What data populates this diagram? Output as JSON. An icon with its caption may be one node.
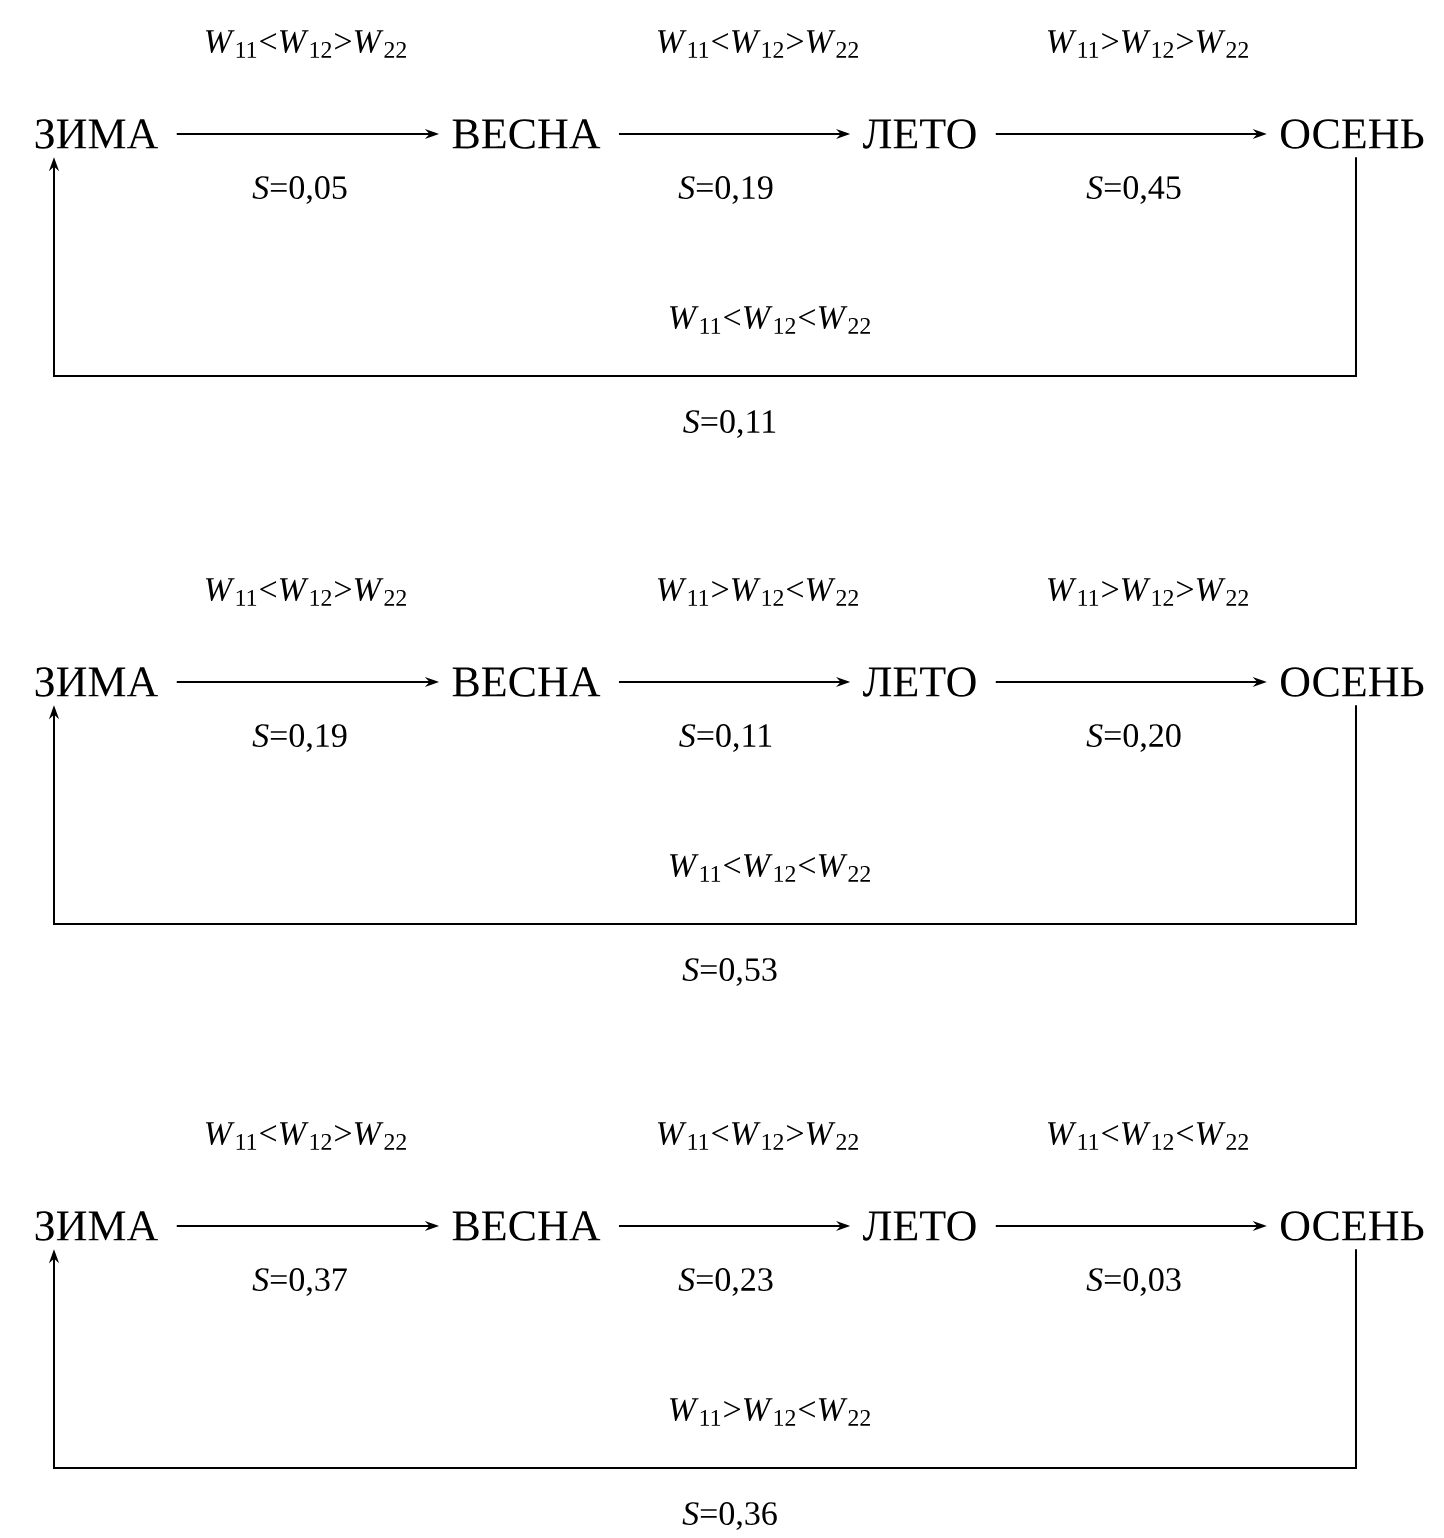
{
  "diagram": {
    "nodes": [
      {
        "text": [
          "ЗИМА"
        ]
      },
      {
        "text": [
          "ВЕСНА"
        ]
      },
      {
        "text": [
          "ЛЕТО"
        ]
      },
      {
        "text": [
          "ОСЕНЬ"
        ]
      },
      {
        "text": [
          "ЗИМА"
        ]
      },
      {
        "text": [
          "ВЕСНА"
        ]
      },
      {
        "text": [
          "ЛЕТО"
        ]
      },
      {
        "text": [
          "ОСЕНЬ"
        ]
      },
      {
        "text": [
          "ЗИМА"
        ]
      },
      {
        "text": [
          "ВЕСНА"
        ]
      },
      {
        "text": [
          "ЛЕТО"
        ]
      },
      {
        "text": [
          "ОСЕНЬ"
        ]
      }
    ],
    "edges": [
      {
        "from": 0,
        "to": 1,
        "arrow": "to",
        "label": "*W*$_{11}$<*W*$_{12}$>*W*$_{22}$"
      },
      {
        "from": 1,
        "to": 2,
        "arrow": "to",
        "label": "*W*$_{11}$<*W*$_{12}$>*W*$_{22}$"
      },
      {
        "from": 2,
        "to": 3,
        "arrow": "to",
        "label": "*W*$_{11}$>*W*$_{12}$>*W*$_{22}$"
      },
      {
        "from": 3,
        "to": 0,
        "arrow": "to",
        "label": "*W*$_{11}$<*W*$_{12}$<*W*$_{22}$"
      },
      {
        "from": 4,
        "to": 5,
        "arrow": "to",
        "label": "*W*$_{11}$<*W*$_{12}$>*W*$_{22}$"
      },
      {
        "from": 5,
        "to": 6,
        "arrow": "to",
        "label": "*W*$_{11}$>*W*$_{12}$<*W*$_{22}$"
      },
      {
        "from": 6,
        "to": 7,
        "arrow": "to",
        "label": "*W*$_{11}$>*W*$_{12}$>*W*$_{22}$"
      },
      {
        "from": 7,
        "to": 4,
        "arrow": "to",
        "label": "*W*$_{11}$<*W*$_{12}$<*W*$_{22}$"
      },
      {
        "from": 8,
        "to": 9,
        "arrow": "to",
        "label": "*W*$_{11}$<*W*$_{12}$>*W*$_{22}$"
      },
      {
        "from": 9,
        "to": 10,
        "arrow": "to",
        "label": "*W*$_{11}$<*W*$_{12}$>*W*$_{22}$"
      },
      {
        "from": 10,
        "to": 11,
        "arrow": "to",
        "label": "*W*$_{11}$<*W*$_{12}$<*W*$_{22}$"
      },
      {
        "from": 11,
        "to": 8,
        "arrow": "to",
        "label": "*W*$_{11}$>*W*$_{12}$<*W*$_{22}$"
      }
    ],
    "labels": [
      "*S*=0,05",
      "*S*=0,19",
      "*S*=0,45",
      "*S*=0,11",
      "*S*=0,19",
      "*S*=0,11",
      "*S*=0,20",
      "*S*=0,53",
      "*S*=0,37",
      "*S*=0,23",
      "*S*=0,03",
      "*S*=0,36"
    ]
  }
}
